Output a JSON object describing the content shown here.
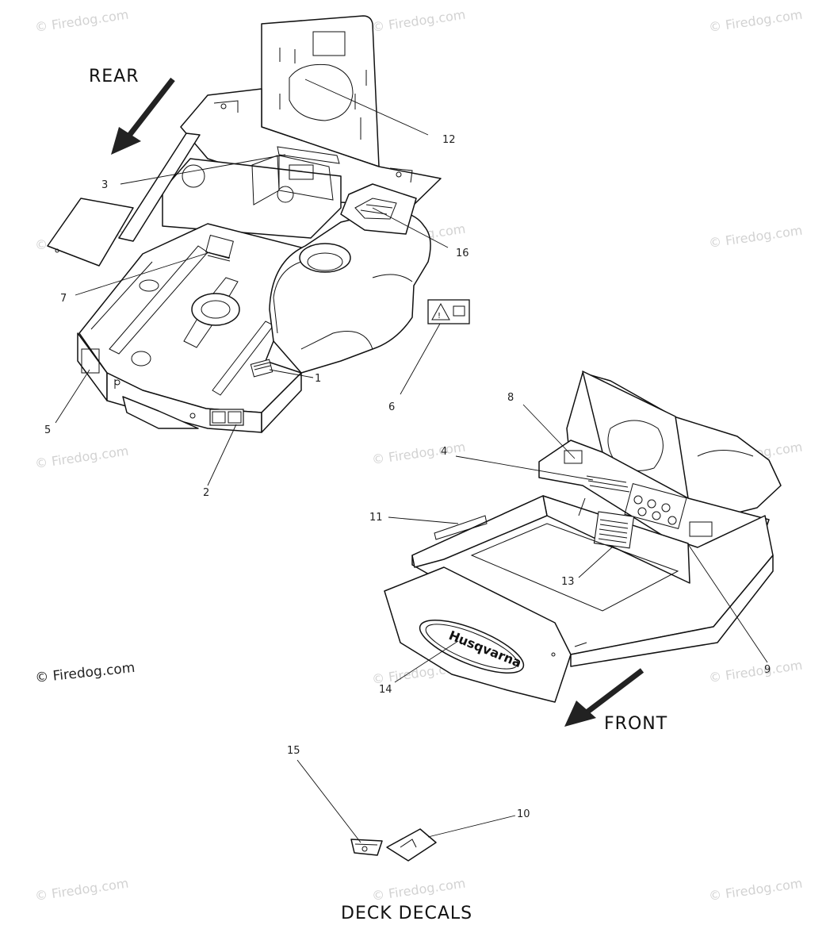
{
  "watermark": "© Firedog.com",
  "copyright": "© Firedog.com",
  "direction_labels": {
    "rear": "REAR",
    "front": "FRONT"
  },
  "title": "DECK DECALS",
  "logo_text": "Husqvarna",
  "callouts": [
    "1",
    "2",
    "3",
    "4",
    "5",
    "6",
    "7",
    "8",
    "9",
    "10",
    "11",
    "12",
    "13",
    "14",
    "15",
    "16"
  ]
}
